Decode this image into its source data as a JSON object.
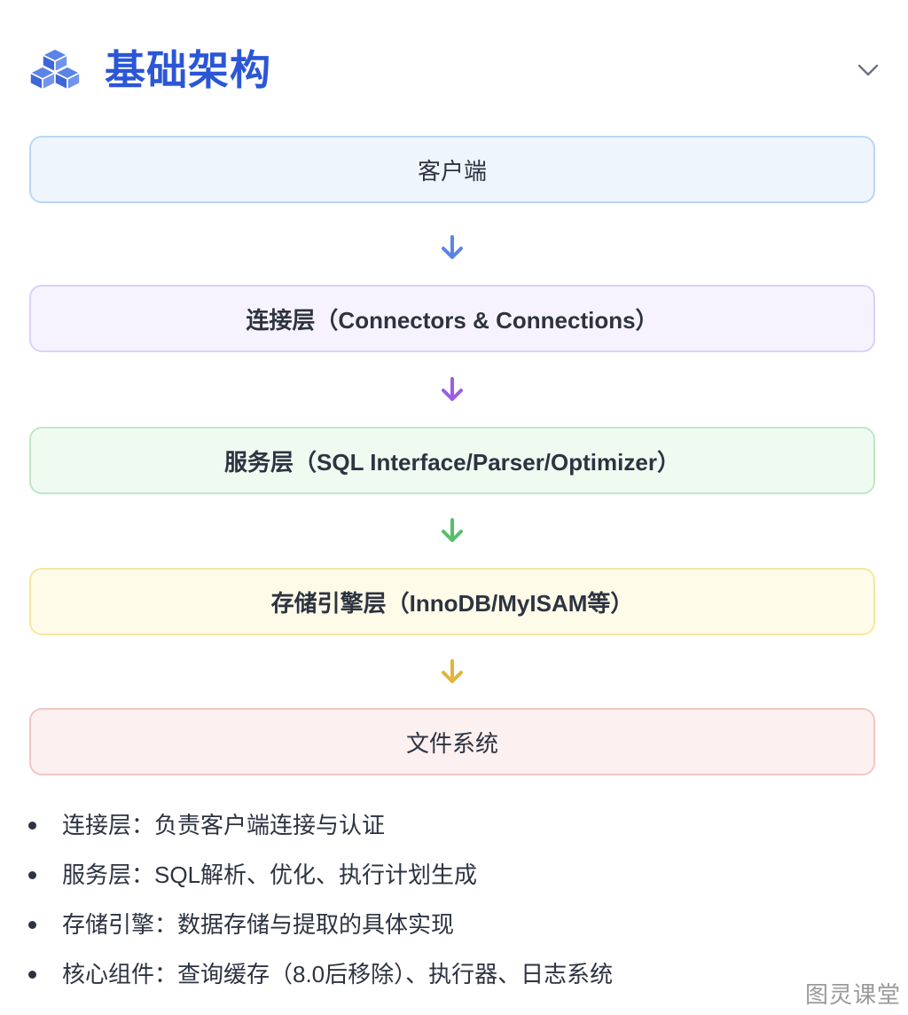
{
  "header": {
    "title": "基础架构",
    "icon": "cubes-icon",
    "collapse_icon": "chevron-down-icon"
  },
  "layers": [
    {
      "label": "客户端",
      "bold": false
    },
    {
      "label": "连接层（Connectors & Connections）",
      "bold": true
    },
    {
      "label": "服务层（SQL Interface/Parser/Optimizer）",
      "bold": true
    },
    {
      "label": "存储引擎层（InnoDB/MyISAM等）",
      "bold": true
    },
    {
      "label": "文件系统",
      "bold": false
    }
  ],
  "arrows": [
    {
      "icon": "arrow-down-icon",
      "color": "#5b84e8"
    },
    {
      "icon": "arrow-down-icon",
      "color": "#9b5de5"
    },
    {
      "icon": "arrow-down-icon",
      "color": "#55c069"
    },
    {
      "icon": "arrow-down-icon",
      "color": "#e2b43d"
    }
  ],
  "bullets": [
    "连接层：负责客户端连接与认证",
    "服务层：SQL解析、优化、执行计划生成",
    "存储引擎：数据存储与提取的具体实现",
    "核心组件：查询缓存（8.0后移除）、执行器、日志系统"
  ],
  "watermark": "图灵课堂",
  "colors": {
    "title": "#2b56d6",
    "cube_icon": "#4f79e3"
  }
}
